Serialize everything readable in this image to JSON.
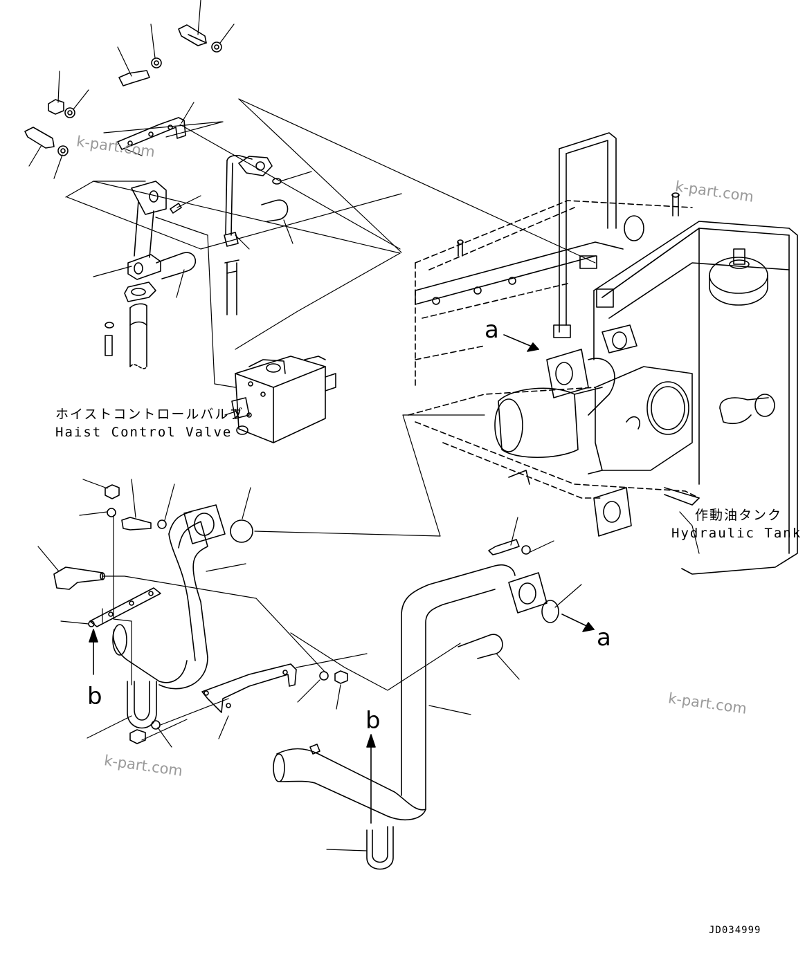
{
  "labels": {
    "hoist_jp": "ホイストコントロールバルブ",
    "hoist_en": "Haist Control Valve",
    "tank_jp": "作動油タンク",
    "tank_en": "Hydraulic Tank"
  },
  "markers": {
    "a_tank": "a",
    "a_pipe": "a",
    "b_left": "b",
    "b_mid": "b"
  },
  "watermark": "k-part.com",
  "drawing_code": "JD034999",
  "colors": {
    "line": "#000000",
    "watermark": "#9a9a9a",
    "background": "#ffffff"
  }
}
